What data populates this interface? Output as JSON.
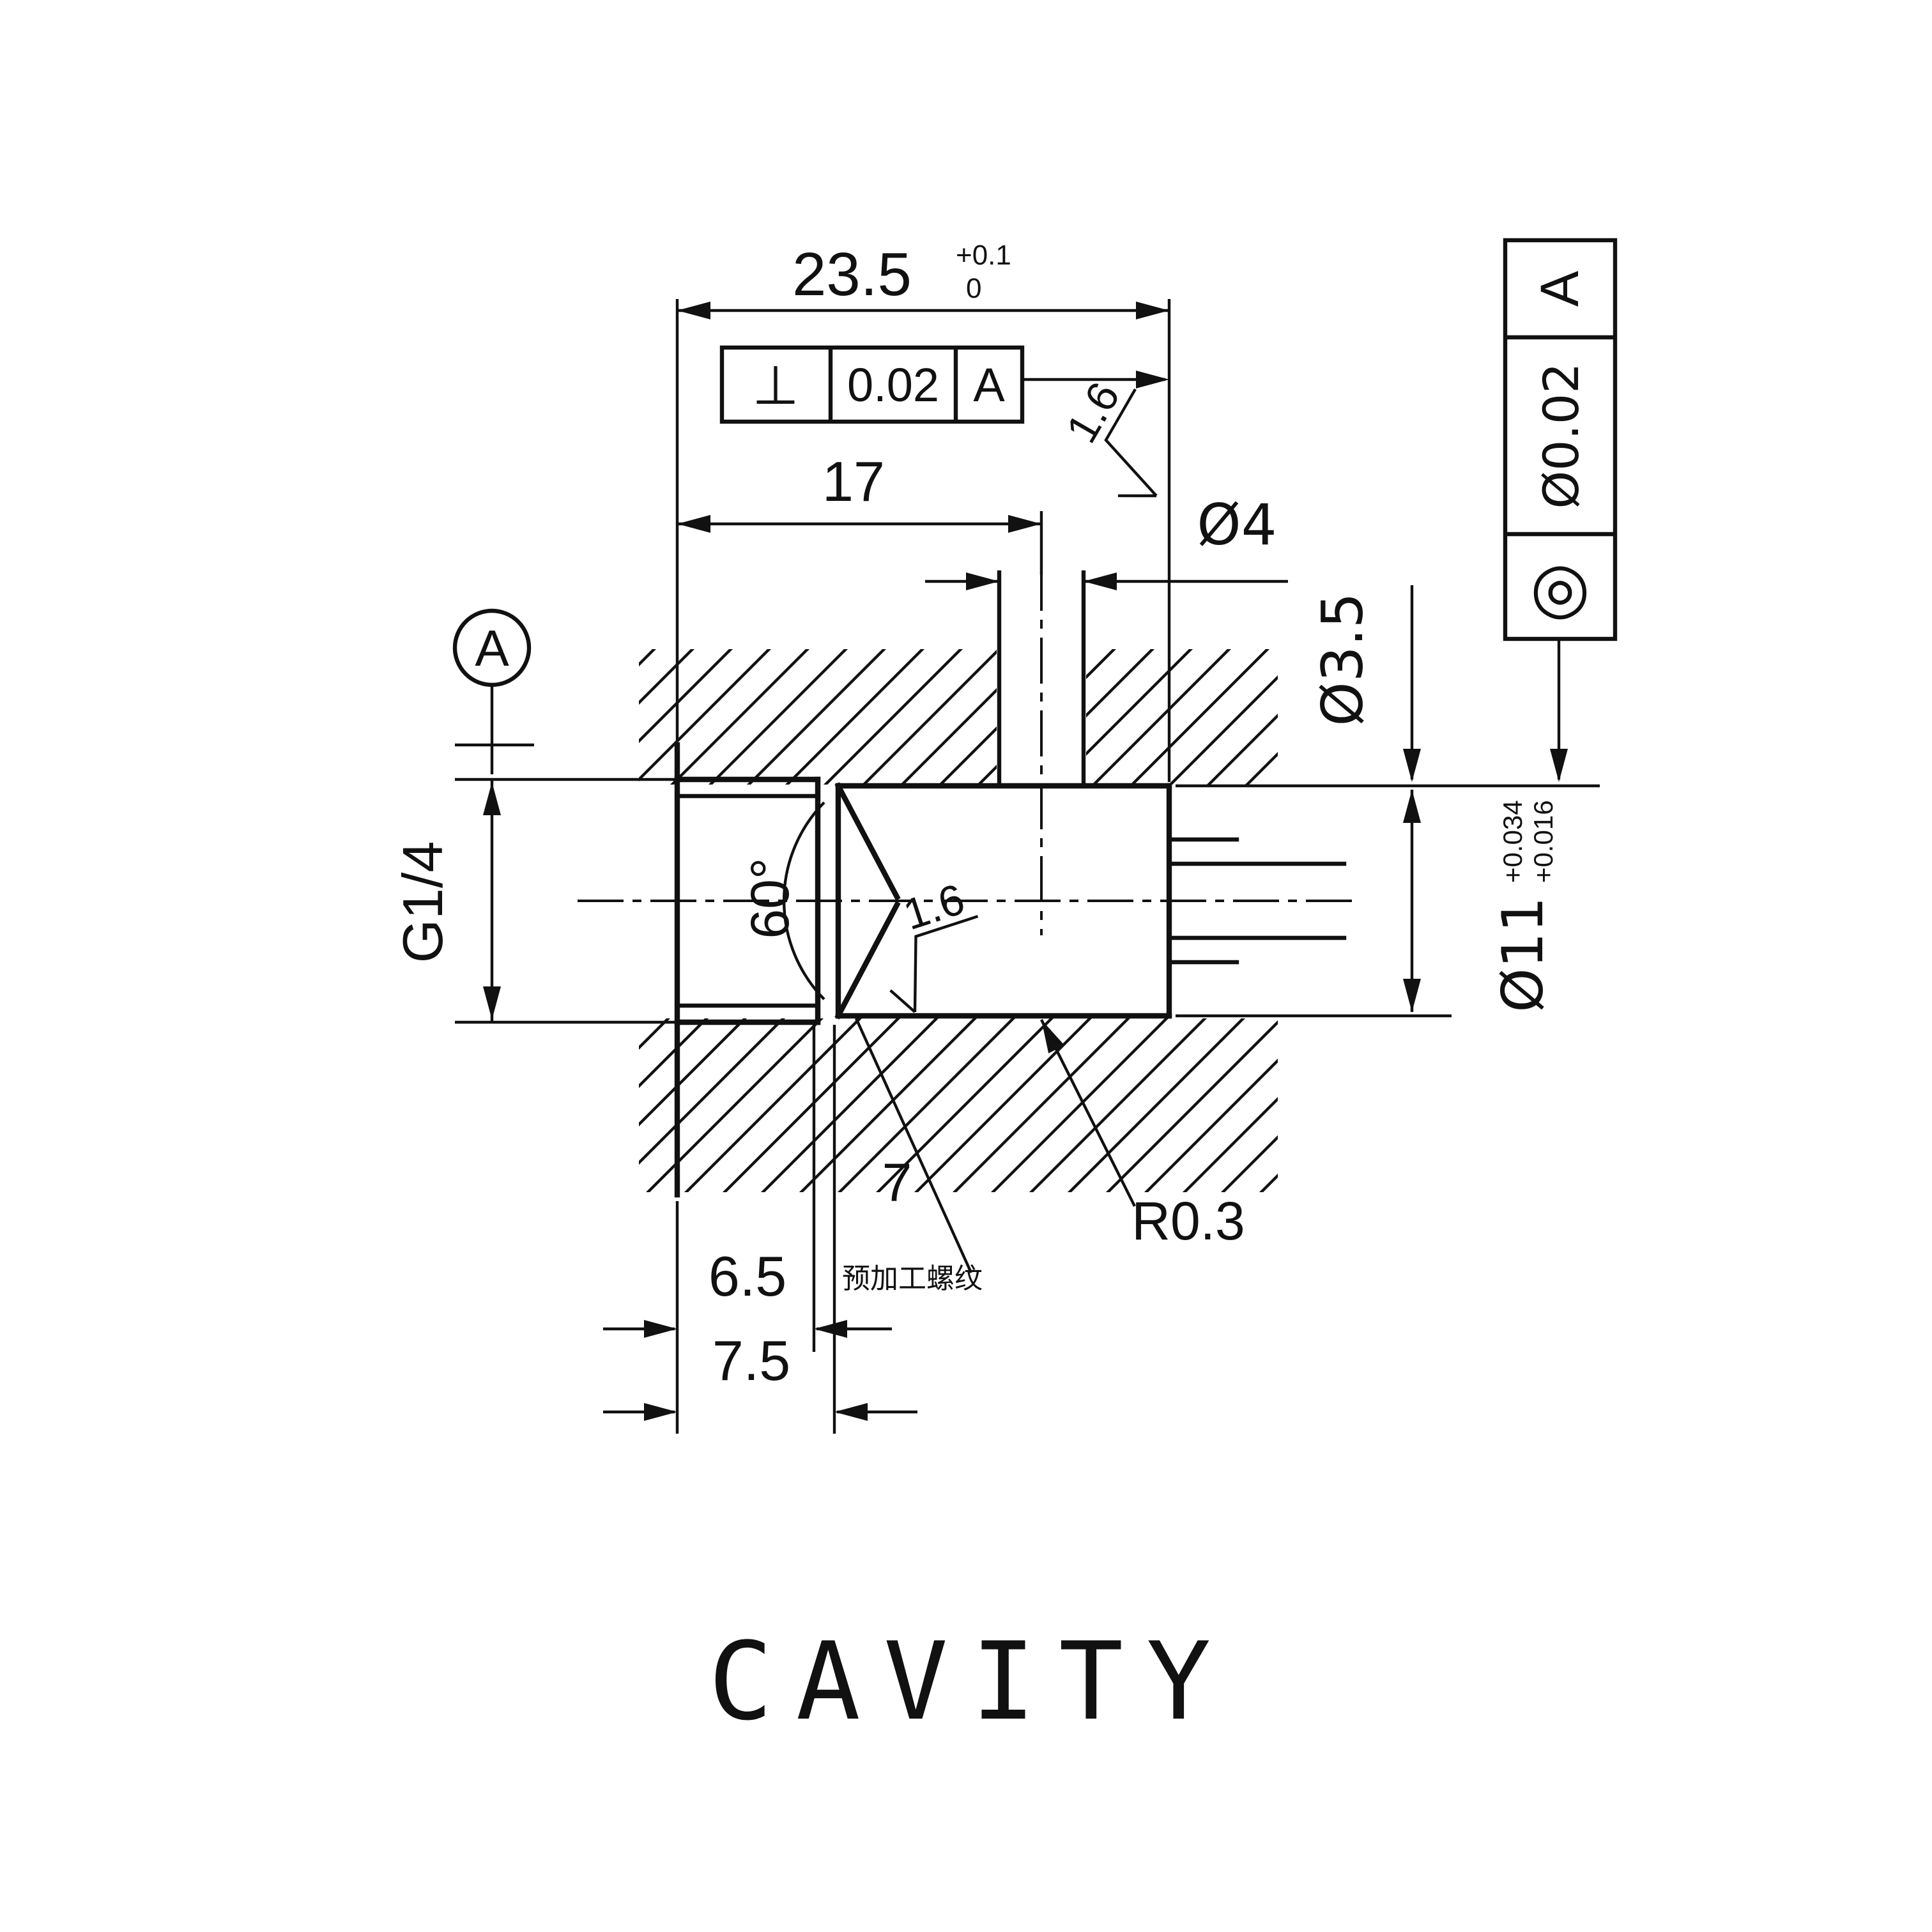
{
  "title": "CAVITY",
  "colors": {
    "ink": "#111111",
    "paper": "#ffffff"
  },
  "dims": {
    "d235": {
      "value": "23.5",
      "tol_up": "+0.1",
      "tol_low": "0"
    },
    "d17": "17",
    "d4": "Ø4",
    "d35": "Ø3.5",
    "d11": {
      "value": "Ø11",
      "tol_up": "+0.034",
      "tol_low": "+0.016"
    },
    "thread": "G1/4",
    "angle": "60°",
    "d65": "6.5",
    "d75": "7.5",
    "d7": "7",
    "radius": "R0.3",
    "ra_top": "1.6",
    "ra_bore": "1.6"
  },
  "gdt": {
    "perp": {
      "symbol": "⊥",
      "tol": "0.02",
      "datum": "A"
    },
    "conc": {
      "symbol": "◎",
      "tol": "Ø0.02",
      "datum": "A"
    },
    "datum": "A"
  },
  "note": "预加工螺纹"
}
